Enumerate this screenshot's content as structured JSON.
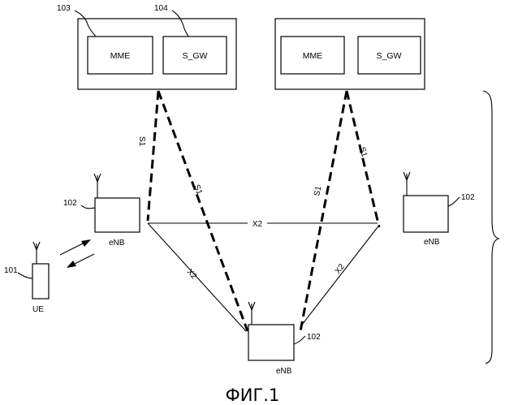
{
  "core_left": {
    "ref_outer": "103",
    "ref_sgw": "104",
    "mme_label": "MME",
    "sgw_label": "S_GW"
  },
  "core_right": {
    "mme_label": "MME",
    "sgw_label": "S_GW"
  },
  "enb_left": {
    "ref": "102",
    "label": "eNB"
  },
  "enb_right": {
    "ref": "102",
    "label": "eNB"
  },
  "enb_bottom": {
    "ref": "102",
    "label": "eNB"
  },
  "ue": {
    "ref": "101",
    "label": "UE"
  },
  "links": {
    "s1_a": "S1",
    "s1_b": "S1",
    "s1_c": "S1",
    "s1_d": "S1",
    "x2_top": "X2",
    "x2_left": "X2",
    "x2_right": "X2"
  },
  "caption": "ФИГ.1"
}
